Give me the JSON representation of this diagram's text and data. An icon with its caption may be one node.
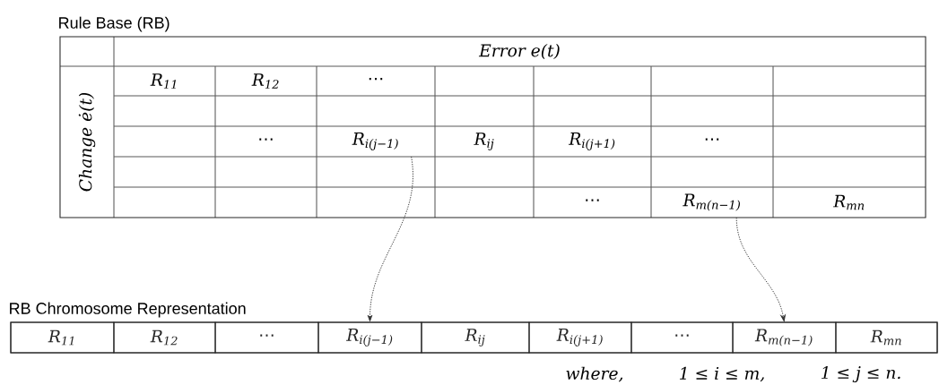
{
  "diagram": {
    "nodes": [
      {
        "text": [
          "Rule Base (RB)"
        ]
      },
      {
        "text": [
          "Error e(t)"
        ],
        "in": 0
      },
      {
        "text": [
          "Change ė(t)"
        ],
        "in": 0
      },
      {
        "text": [
          "R$_{11}$"
        ],
        "in": 0
      },
      {
        "text": [
          "R$_{12}$"
        ],
        "in": 0
      },
      {
        "text": [
          "⋯"
        ],
        "in": 0
      },
      {
        "text": [
          "⋯"
        ],
        "in": 0
      },
      {
        "text": [
          "R$_{i(j−1)}$"
        ],
        "in": 0
      },
      {
        "text": [
          "R$_{ij}$"
        ],
        "in": 0
      },
      {
        "text": [
          "R$_{i(j+1)}$"
        ],
        "in": 0
      },
      {
        "text": [
          "⋯"
        ],
        "in": 0
      },
      {
        "text": [
          "⋯"
        ],
        "in": 0
      },
      {
        "text": [
          "R$_{m(n−1)}$"
        ],
        "in": 0
      },
      {
        "text": [
          "R$_{mn}$"
        ],
        "in": 0
      },
      {
        "text": [
          "RB Chromosome Representation"
        ]
      },
      {
        "text": [
          "R$_{11}$"
        ],
        "in": 14
      },
      {
        "text": [
          "R$_{12}$"
        ],
        "in": 14
      },
      {
        "text": [
          "⋯"
        ],
        "in": 14
      },
      {
        "text": [
          "R$_{i(j−1)}$"
        ],
        "in": 14
      },
      {
        "text": [
          "R$_{ij}$"
        ],
        "in": 14
      },
      {
        "text": [
          "R$_{i(j+1)}$"
        ],
        "in": 14
      },
      {
        "text": [
          "⋯"
        ],
        "in": 14
      },
      {
        "text": [
          "R$_{m(n−1)}$"
        ],
        "in": 14
      },
      {
        "text": [
          "R$_{mn}$"
        ],
        "in": 14
      }
    ],
    "edges": [
      {
        "from": 7,
        "to": 18,
        "arrow": "to",
        "style": "dashed"
      },
      {
        "from": 12,
        "to": 22,
        "arrow": "to",
        "style": "dashed"
      }
    ],
    "labels": [
      "where,",
      "1 ≤ i ≤ m,",
      "1 ≤ j ≤ n."
    ]
  }
}
